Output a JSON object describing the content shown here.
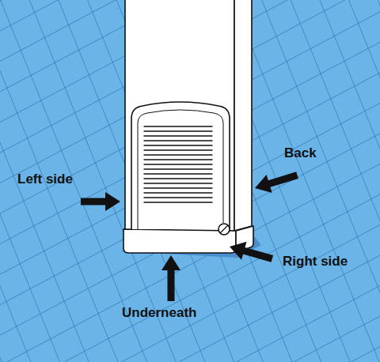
{
  "diagram": {
    "labels": [
      "Left side",
      "Back",
      "Right side",
      "Underneath"
    ]
  }
}
